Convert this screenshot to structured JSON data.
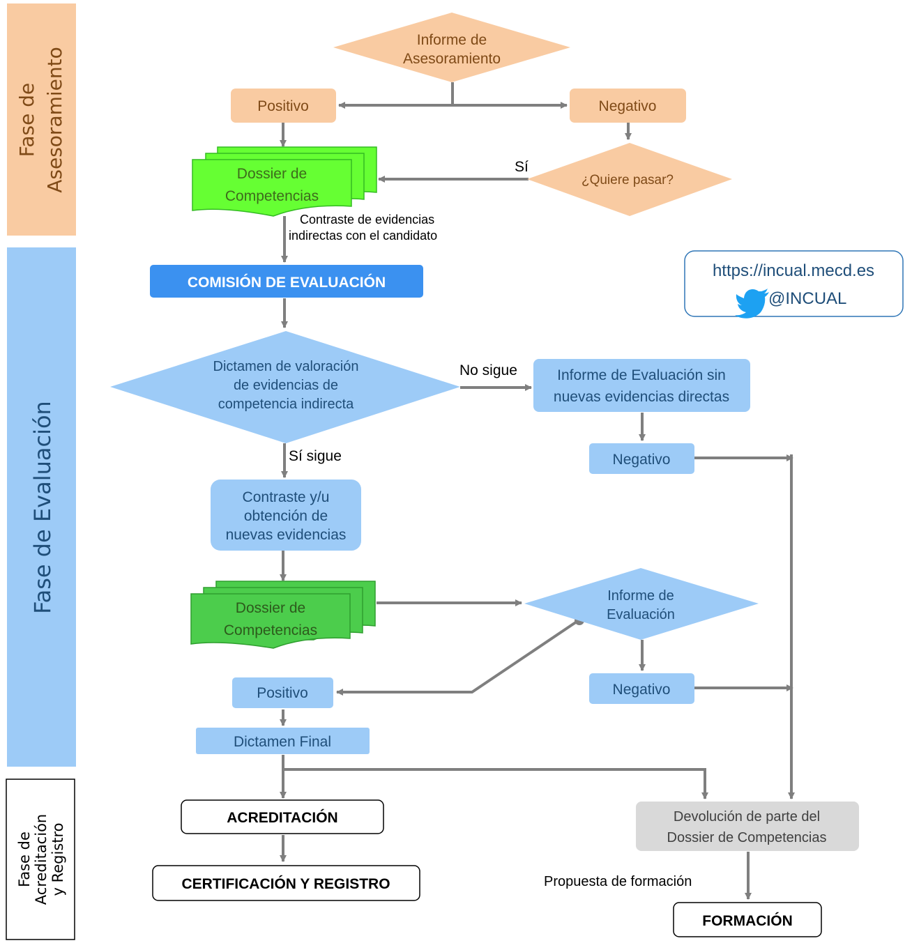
{
  "phases": {
    "asesoramiento": [
      "Fase de",
      "Asesoramiento"
    ],
    "evaluacion": "Fase de Evaluación",
    "acreditacion": [
      "Fase de",
      "Acreditación",
      "y Registro"
    ]
  },
  "nodes": {
    "informe_asesoramiento": [
      "Informe de",
      "Asesoramiento"
    ],
    "positivo_1": "Positivo",
    "negativo_1": "Negativo",
    "quiere_pasar": "¿Quiere pasar?",
    "dossier_1": [
      "Dossier de",
      "Competencias"
    ],
    "comision": "COMISIÓN DE EVALUACIÓN",
    "dictamen_valoracion": [
      "Dictamen de valoración",
      "de evidencias de",
      "competencia indirecta"
    ],
    "informe_sin_nuevas": [
      "Informe de Evaluación sin",
      "nuevas evidencias directas"
    ],
    "negativo_2": "Negativo",
    "contraste": [
      "Contraste y/u",
      "obtención de",
      "nuevas evidencias"
    ],
    "dossier_2": [
      "Dossier de",
      "Competencias"
    ],
    "informe_evaluacion": [
      "Informe de",
      "Evaluación"
    ],
    "positivo_2": "Positivo",
    "negativo_3": "Negativo",
    "dictamen_final": "Dictamen Final",
    "acreditacion": "ACREDITACIÓN",
    "certificacion": "CERTIFICACIÓN Y REGISTRO",
    "devolucion": [
      "Devolución de parte del",
      "Dossier de Competencias"
    ],
    "formacion": "FORMACIÓN"
  },
  "edge_labels": {
    "si": "Sí",
    "contraste_evidencias": [
      "Contraste de evidencias",
      "indirectas con el candidato"
    ],
    "no_sigue": "No sigue",
    "si_sigue": "Sí sigue",
    "propuesta_formacion": "Propuesta de formación"
  },
  "links": {
    "url": "https://incual.mecd.es",
    "twitter": "@INCUAL",
    "twitter_icon": "twitter-bird-icon"
  },
  "colors": {
    "phase_asesoramiento": "#F9CBA2",
    "phase_evaluacion": "#9DCBF7",
    "orange_node": "#F9CBA2",
    "orange_text": "#7F4A17",
    "light_blue_node": "#9DCBF7",
    "blue_text": "#1F4E79",
    "comision_fill": "#3B91F0",
    "dossier_1": "#66FF33",
    "dossier_2": "#4CCD4C",
    "grey_node": "#D9D9D9",
    "arrow": "#7F7F7F",
    "twitter_blue": "#1DA1F2"
  }
}
